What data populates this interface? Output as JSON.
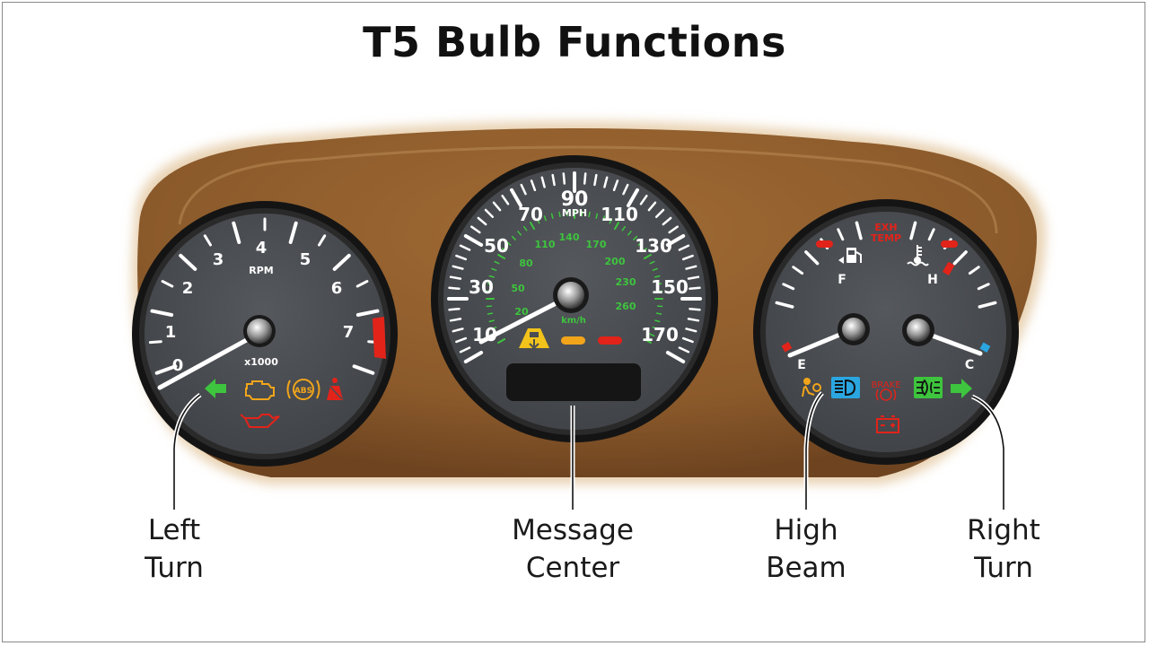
{
  "title": "T5 Bulb Functions",
  "tachometer": {
    "numbers": [
      "0",
      "1",
      "2",
      "3",
      "4",
      "5",
      "6",
      "7"
    ],
    "unit": "RPM",
    "multiplier": "x1000",
    "needle_value": 0
  },
  "speedometer": {
    "mph_numbers": [
      "10",
      "30",
      "50",
      "70",
      "90",
      "110",
      "130",
      "150",
      "170"
    ],
    "mph_unit": "MPH",
    "kmh_numbers": [
      "20",
      "50",
      "80",
      "110",
      "140",
      "170",
      "200",
      "230",
      "260"
    ],
    "kmh_unit": "km/h",
    "needle_value": 10
  },
  "right_gauge": {
    "exh_temp_line1": "EXH",
    "exh_temp_line2": "TEMP",
    "fuel_full": "F",
    "fuel_empty": "E",
    "temp_hot": "H",
    "temp_cold": "C",
    "brake_label": "BRAKE"
  },
  "icons": {
    "left_turn": "left-turn-arrow",
    "check_engine": "check-engine",
    "abs": "ABS",
    "seatbelt": "seatbelt",
    "oil": "oil-can",
    "traction": "traction-control",
    "airbag": "airbag",
    "high_beam": "high-beam",
    "brake": "brake",
    "fog_light": "fog-light",
    "right_turn": "right-turn-arrow",
    "battery": "battery"
  },
  "colors": {
    "dash": "#8b5a2b",
    "dash_light": "#c9a070",
    "gauge_face": "#4a4d52",
    "bezel": "#141414",
    "green": "#3ec43e",
    "amber": "#f2a51a",
    "red": "#e2231a",
    "blue": "#2aa6e0"
  },
  "callouts": {
    "left_turn": [
      "Left",
      "Turn"
    ],
    "message_center": [
      "Message",
      "Center"
    ],
    "high_beam": [
      "High",
      "Beam"
    ],
    "right_turn": [
      "Right",
      "Turn"
    ]
  }
}
